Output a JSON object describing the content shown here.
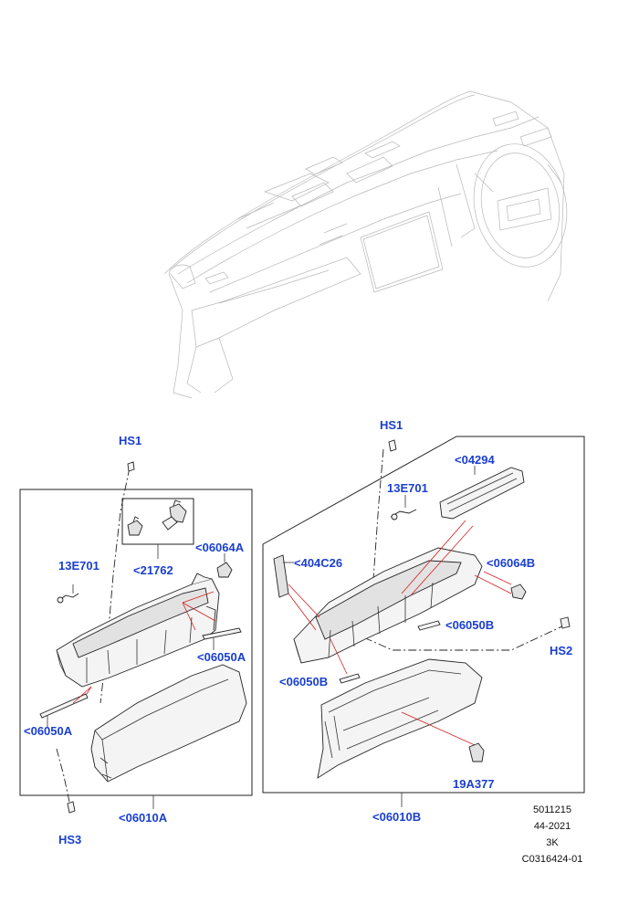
{
  "callouts": {
    "hs1_left": "HS1",
    "hs1_right": "HS1",
    "hs2": "HS2",
    "hs3": "HS3",
    "p13e701_left": "13E701",
    "p13e701_right": "13E701",
    "p21762": "<21762",
    "p06064a": "<06064A",
    "p06064b": "<06064B",
    "p06050a_right": "<06050A",
    "p06050a_left": "<06050A",
    "p06050b_right": "<06050B",
    "p06050b_left": "<06050B",
    "p06010a": "<06010A",
    "p06010b": "<06010B",
    "p04294": "<04294",
    "p404c26": "<404C26",
    "p19a377": "19A377"
  },
  "reference": {
    "line1": "5011215",
    "line2": "44-2021",
    "line3": "3K",
    "line4": "C0316424-01"
  },
  "colors": {
    "callout": "#1a3fcf",
    "leader": "#d61e1e",
    "line": "#222222"
  }
}
